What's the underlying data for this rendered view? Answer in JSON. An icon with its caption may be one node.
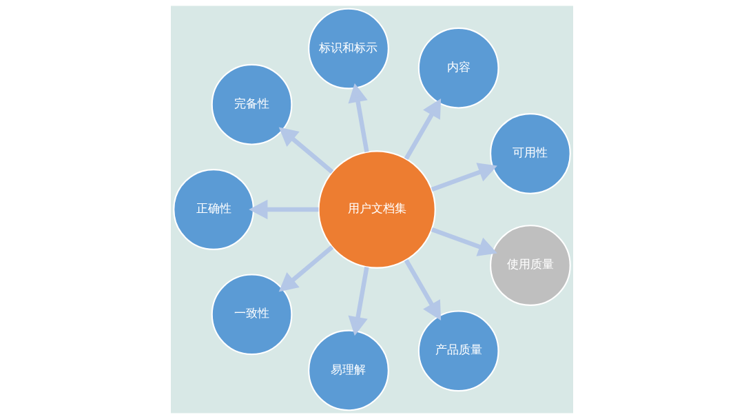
{
  "diagram": {
    "nodes": [
      {
        "text": [
          "用户文档集"
        ]
      },
      {
        "text": [
          "可用性"
        ]
      },
      {
        "text": [
          "内容"
        ]
      },
      {
        "text": [
          "标识和标示"
        ]
      },
      {
        "text": [
          "完备性"
        ]
      },
      {
        "text": [
          "正确性"
        ]
      },
      {
        "text": [
          "一致性"
        ]
      },
      {
        "text": [
          "易理解"
        ]
      },
      {
        "text": [
          "产品质量"
        ]
      },
      {
        "text": [
          "使用质量"
        ]
      }
    ],
    "edges": [
      {
        "from": 0,
        "to": 1,
        "arrow": "to"
      },
      {
        "from": 0,
        "to": 2,
        "arrow": "to"
      },
      {
        "from": 0,
        "to": 3,
        "arrow": "to"
      },
      {
        "from": 0,
        "to": 4,
        "arrow": "to"
      },
      {
        "from": 0,
        "to": 5,
        "arrow": "to"
      },
      {
        "from": 0,
        "to": 6,
        "arrow": "to"
      },
      {
        "from": 0,
        "to": 7,
        "arrow": "to"
      },
      {
        "from": 0,
        "to": 8,
        "arrow": "to"
      },
      {
        "from": 0,
        "to": 9,
        "arrow": "to"
      }
    ]
  }
}
